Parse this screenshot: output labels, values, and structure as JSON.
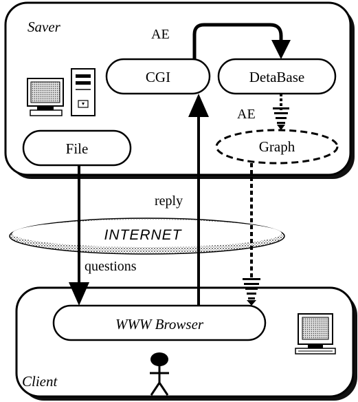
{
  "server": {
    "label": "Saver",
    "nodes": {
      "cgi": "CGI",
      "database": "DetaBase",
      "graph": "Graph",
      "file": "File"
    },
    "edge_labels": {
      "ae_top": "AE",
      "ae_mid": "AE"
    },
    "icon": "desktop-computer-icon"
  },
  "network": {
    "label": "INTERNET"
  },
  "flows": {
    "reply": "reply",
    "questions": "questions"
  },
  "client": {
    "label": "Client",
    "browser": "WWW Browser",
    "icons": [
      "person-icon",
      "computer-icon"
    ]
  },
  "colors": {
    "ink": "#000000",
    "background": "#ffffff",
    "internet_fill": "#c8c8c8"
  }
}
